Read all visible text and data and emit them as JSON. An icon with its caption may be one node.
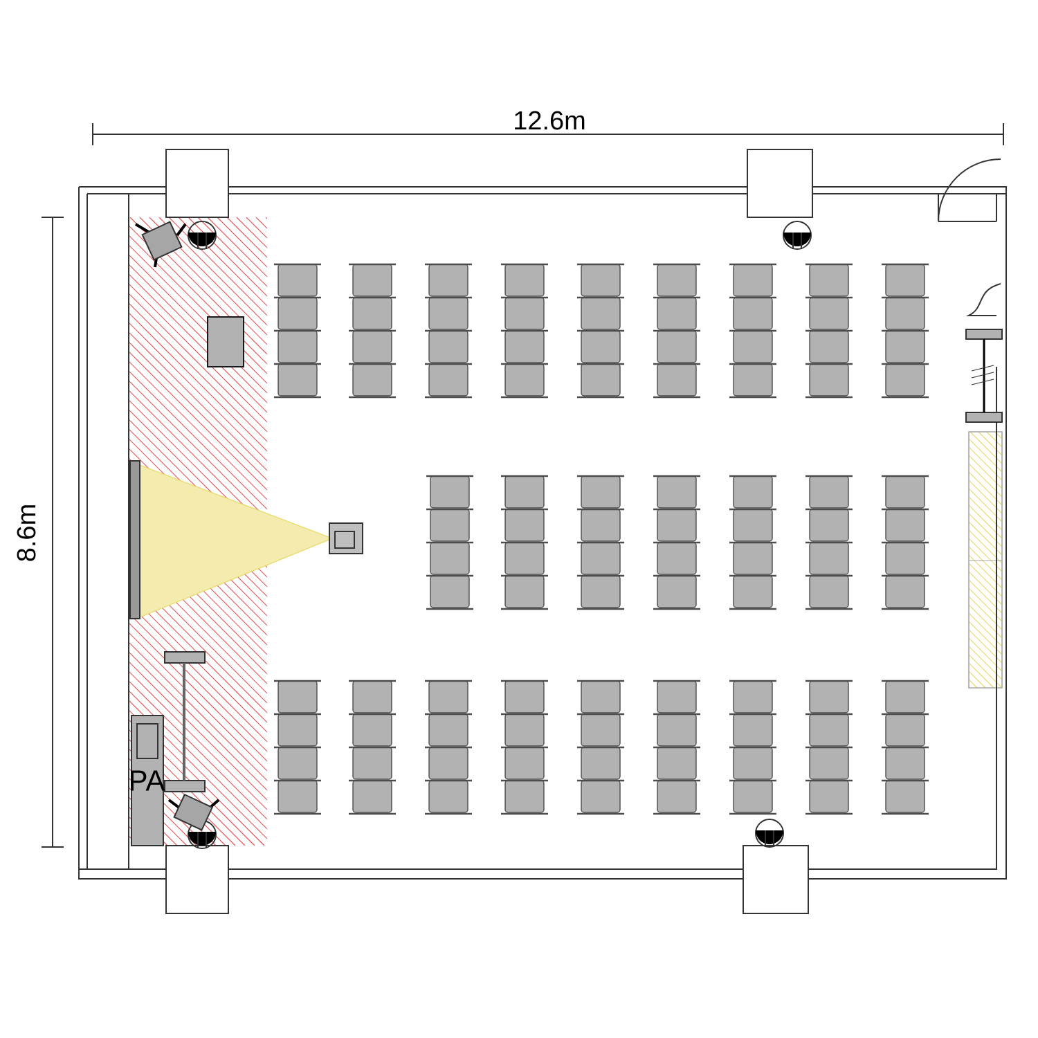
{
  "diagram": {
    "labels": [
      "12.6m",
      "8.6m",
      "PA"
    ]
  }
}
